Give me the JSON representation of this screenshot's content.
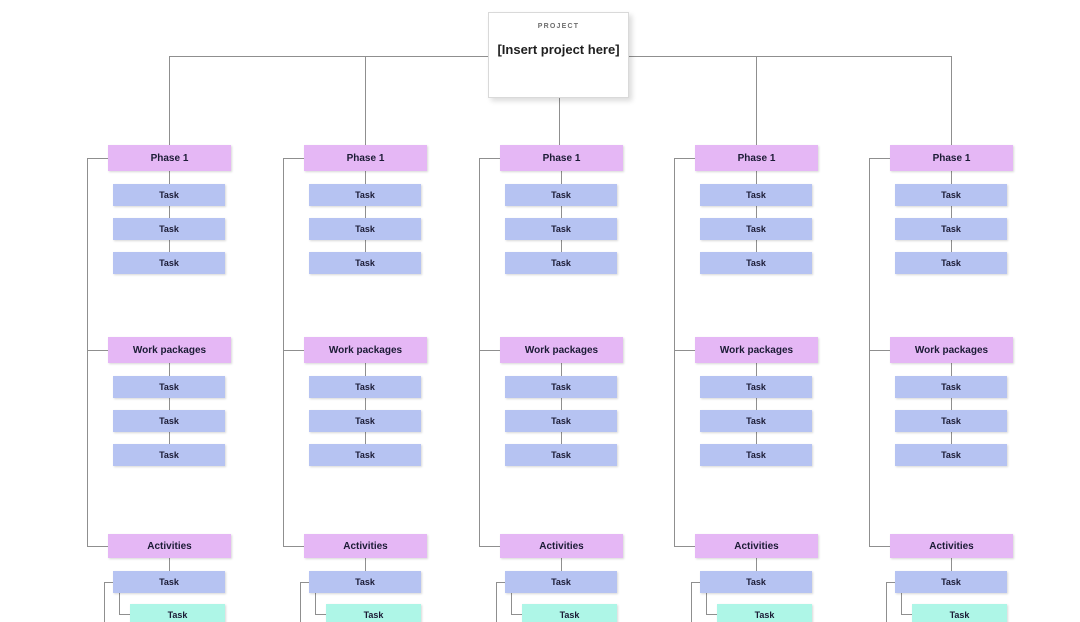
{
  "colors": {
    "phase_fill": "#e5b7f5",
    "task_fill": "#b6c3f2",
    "subtask_fill": "#aef6e7",
    "connector": "#8f8f8f",
    "box_text": "#1b1b35",
    "project_border": "#d9d9d9",
    "project_label_color": "#6e6e6e",
    "project_title_color": "#1f1f1f"
  },
  "project": {
    "label": "PROJECT",
    "title": "[Insert project here]"
  },
  "columns": [
    {
      "phase": {
        "label": "Phase 1",
        "tasks": [
          "Task",
          "Task",
          "Task"
        ]
      },
      "work_packages": {
        "label": "Work packages",
        "tasks": [
          "Task",
          "Task",
          "Task"
        ]
      },
      "activities": {
        "label": "Activities",
        "task": "Task",
        "subtask": "Task"
      }
    },
    {
      "phase": {
        "label": "Phase 1",
        "tasks": [
          "Task",
          "Task",
          "Task"
        ]
      },
      "work_packages": {
        "label": "Work packages",
        "tasks": [
          "Task",
          "Task",
          "Task"
        ]
      },
      "activities": {
        "label": "Activities",
        "task": "Task",
        "subtask": "Task"
      }
    },
    {
      "phase": {
        "label": "Phase 1",
        "tasks": [
          "Task",
          "Task",
          "Task"
        ]
      },
      "work_packages": {
        "label": "Work packages",
        "tasks": [
          "Task",
          "Task",
          "Task"
        ]
      },
      "activities": {
        "label": "Activities",
        "task": "Task",
        "subtask": "Task"
      }
    },
    {
      "phase": {
        "label": "Phase 1",
        "tasks": [
          "Task",
          "Task",
          "Task"
        ]
      },
      "work_packages": {
        "label": "Work packages",
        "tasks": [
          "Task",
          "Task",
          "Task"
        ]
      },
      "activities": {
        "label": "Activities",
        "task": "Task",
        "subtask": "Task"
      }
    },
    {
      "phase": {
        "label": "Phase 1",
        "tasks": [
          "Task",
          "Task",
          "Task"
        ]
      },
      "work_packages": {
        "label": "Work packages",
        "tasks": [
          "Task",
          "Task",
          "Task"
        ]
      },
      "activities": {
        "label": "Activities",
        "task": "Task",
        "subtask": "Task"
      }
    }
  ]
}
